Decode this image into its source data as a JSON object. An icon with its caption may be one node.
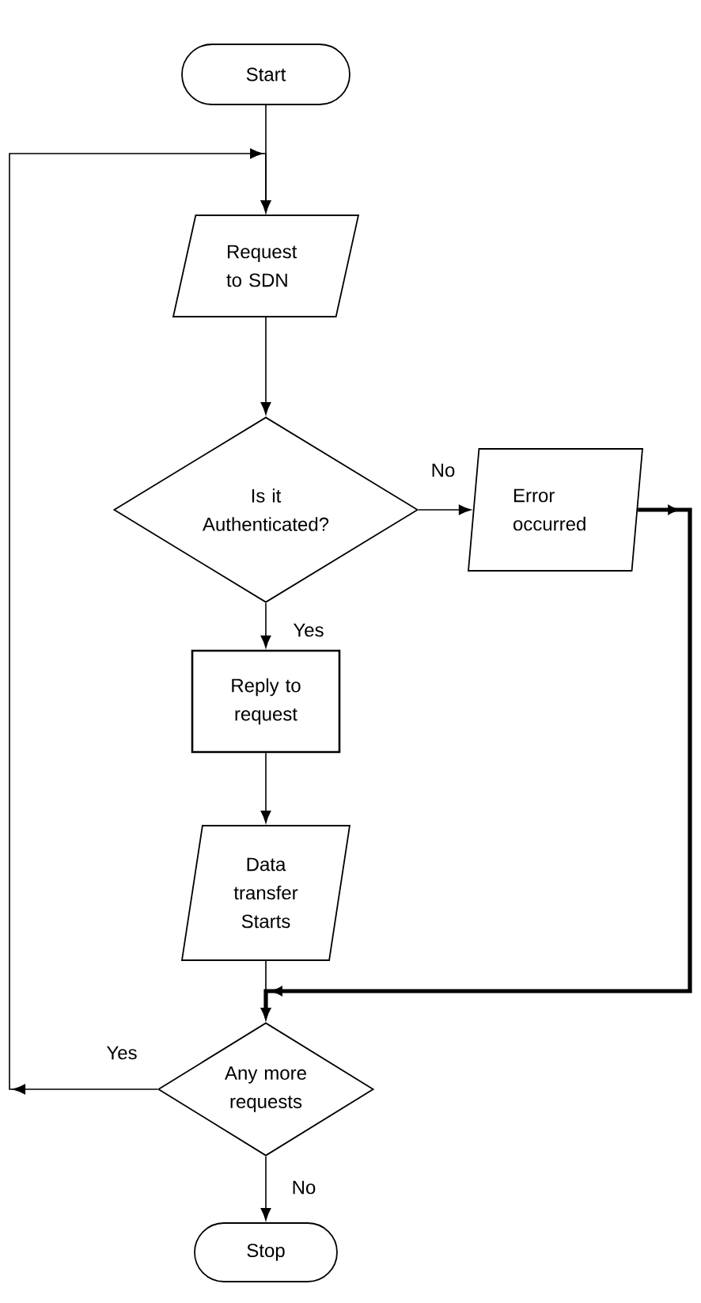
{
  "diagram": {
    "nodes": [
      {
        "text": [
          "Start"
        ]
      },
      {
        "text": [
          "Request to SDN"
        ]
      },
      {
        "text": [
          "Is it Authenticated?"
        ]
      },
      {
        "text": [
          "Error occurred"
        ]
      },
      {
        "text": [
          "Reply to request"
        ]
      },
      {
        "text": [
          "Data transfer Starts"
        ]
      },
      {
        "text": [
          "Any more requests"
        ]
      },
      {
        "text": [
          "Stop"
        ]
      }
    ],
    "edges": [
      {
        "from": 0,
        "to": 1,
        "arrow": "to"
      },
      {
        "from": 1,
        "to": 2,
        "arrow": "to"
      },
      {
        "from": 2,
        "to": 3,
        "arrow": "to",
        "label": "No"
      },
      {
        "from": 2,
        "to": 4,
        "arrow": "to",
        "label": "Yes"
      },
      {
        "from": 4,
        "to": 5,
        "arrow": "to"
      },
      {
        "from": 5,
        "to": 6,
        "arrow": "to"
      },
      {
        "from": 6,
        "to": 1,
        "arrow": "to",
        "label": "Yes"
      },
      {
        "from": 3,
        "to": 6,
        "arrow": "to",
        "style": "thick"
      },
      {
        "from": 6,
        "to": 7,
        "arrow": "to",
        "label": "No"
      }
    ]
  }
}
